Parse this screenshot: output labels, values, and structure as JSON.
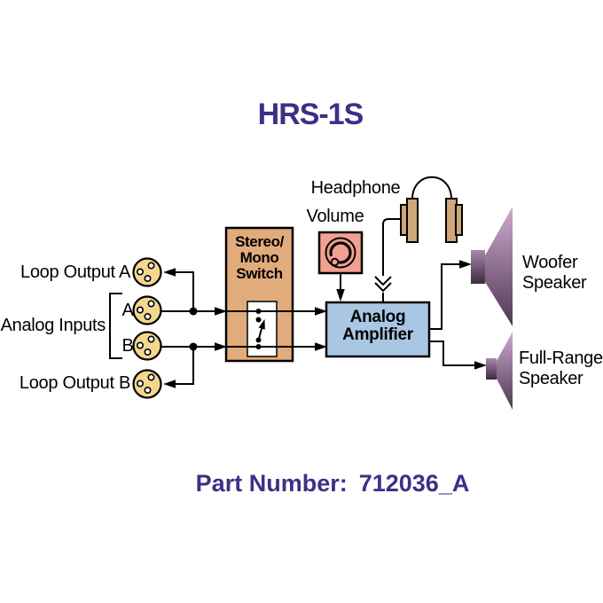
{
  "title": "HRS-1S",
  "part_number": {
    "label": "Part Number:",
    "value": "712036_A"
  },
  "labels": {
    "loop_output_a": "Loop Output A",
    "analog_inputs": "Analog Inputs",
    "input_a": "A",
    "input_b": "B",
    "loop_output_b": "Loop Output B",
    "switch_line1": "Stereo/",
    "switch_line2": "Mono",
    "switch_line3": "Switch",
    "volume": "Volume",
    "headphone": "Headphone",
    "amplifier_line1": "Analog",
    "amplifier_line2": "Amplifier",
    "woofer_line1": "Woofer",
    "woofer_line2": "Speaker",
    "full_range_line1": "Full-Range",
    "full_range_line2": "Speaker"
  },
  "colors": {
    "title_text": "#3e2f87",
    "part_number_text": "#3e2f87",
    "diagram_line": "#000000",
    "xlr_connector_fill": "#f3d78e",
    "switch_box_fill": "#e2ab7c",
    "volume_box_fill": "#f2a091",
    "amplifier_box_fill": "#a9c6e3",
    "headphone_fill": "#cfa778",
    "speaker_cone_light": "#cdaacf",
    "speaker_cone_dark": "#4e3751",
    "speaker_magnet_light": "#a788aa",
    "speaker_magnet_dark": "#3e2b41"
  }
}
